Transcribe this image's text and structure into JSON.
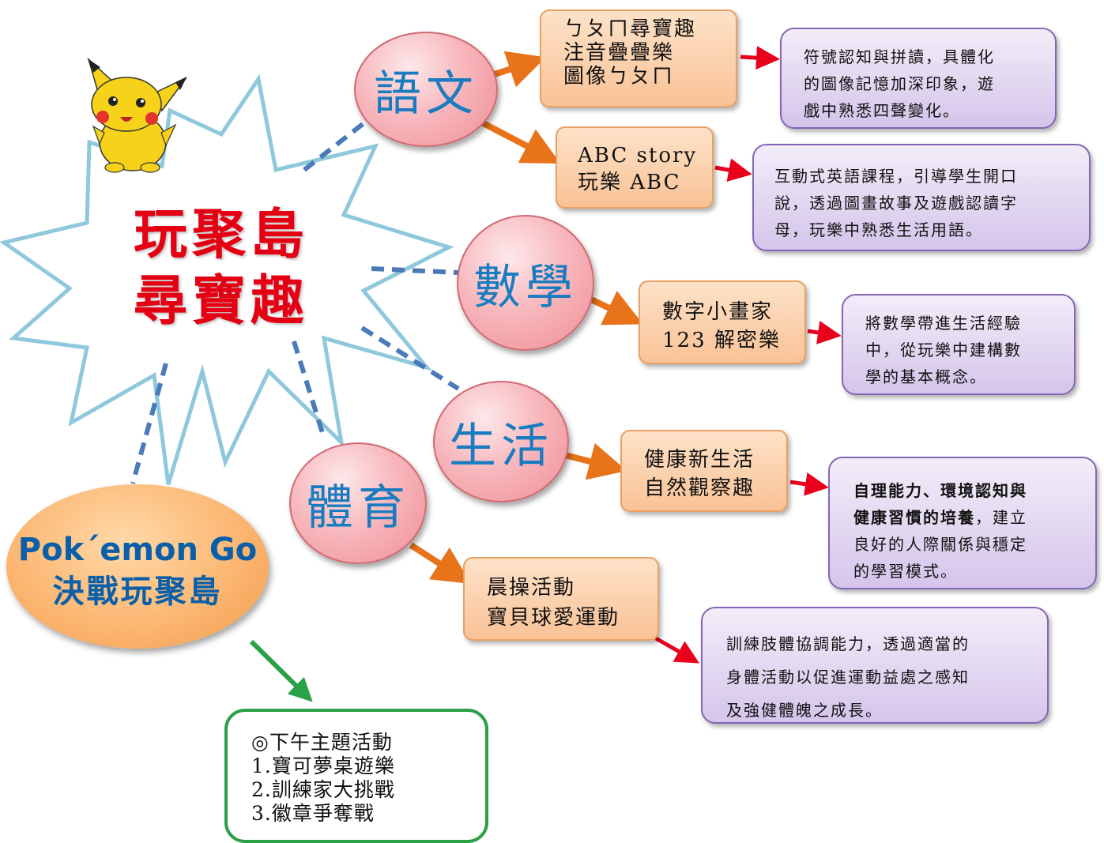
{
  "title": {
    "line1": "玩聚島",
    "line2": "尋寶趣"
  },
  "subjects": {
    "language": "語文",
    "math": "數學",
    "life": "生活",
    "pe": "體育"
  },
  "activities": {
    "bpmf": [
      "ㄅㄆㄇ尋寶趣",
      "注音疊疊樂",
      "圖像ㄅㄆㄇ"
    ],
    "abc": [
      "ABC story",
      "玩樂 ABC"
    ],
    "math": [
      "數字小畫家",
      "123 解密樂"
    ],
    "life": [
      "健康新生活",
      "自然觀察趣"
    ],
    "pe": [
      "晨操活動",
      "寶貝球愛運動"
    ]
  },
  "descriptions": {
    "bpmf": [
      "符號認知與拼讀，具體化",
      "的圖像記憶加深印象，遊",
      "戲中熟悉四聲變化。"
    ],
    "abc": [
      "互動式英語課程，引導學生開口",
      "說，透過圖畫故事及遊戲認讀字",
      "母，玩樂中熟悉生活用語。"
    ],
    "math": [
      "將數學帶進生活經驗",
      "中，從玩樂中建構數",
      "學的基本概念。"
    ],
    "life_bold1": "自理能力、環境認知與",
    "life_bold2": "健康習慣的培養",
    "life_rest": [
      "，建立",
      "良好的人際關係與穩定",
      "的學習模式。"
    ],
    "pe": [
      "訓練肢體協調能力，透過適當的",
      "身體活動以促進運動益處之感知",
      "及強健體魄之成長。"
    ]
  },
  "pokemon": {
    "line1": "Pok´emon Go",
    "line2": "決戰玩聚島"
  },
  "afternoon": {
    "heading": "◎下午主題活動",
    "items": [
      "1.寶可夢桌遊樂",
      "2.訓練家大挑戰",
      "3.徽章爭奪戰"
    ]
  },
  "colors": {
    "title": "#e40012",
    "subject_text": "#1a7cc0",
    "connector_dashed": "#4a7ab8",
    "arrow_orange": "#e8731a",
    "arrow_red": "#e8001c",
    "arrow_green": "#2aa146",
    "starburst_stroke": "#8fc8dc"
  },
  "icons": {
    "mascot": "pikachu-icon"
  }
}
